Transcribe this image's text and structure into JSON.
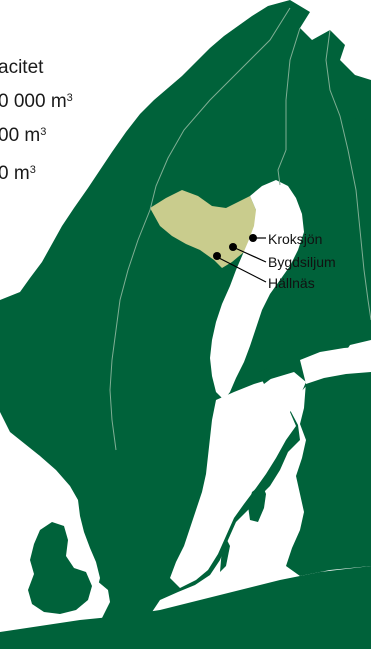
{
  "legend": {
    "line1": "acitet",
    "line2": "0 000 m",
    "line3": "00 m",
    "line4": "0 m",
    "unit_sup": "3"
  },
  "sites": [
    {
      "name": "Kroksjön"
    },
    {
      "name": "Bygdsiljum"
    },
    {
      "name": "Hällnäs"
    }
  ],
  "colors": {
    "land": "#00623a",
    "region": "#c9cc8d",
    "sea": "#ffffff",
    "border": "#7fae94",
    "marker": "#000000"
  }
}
